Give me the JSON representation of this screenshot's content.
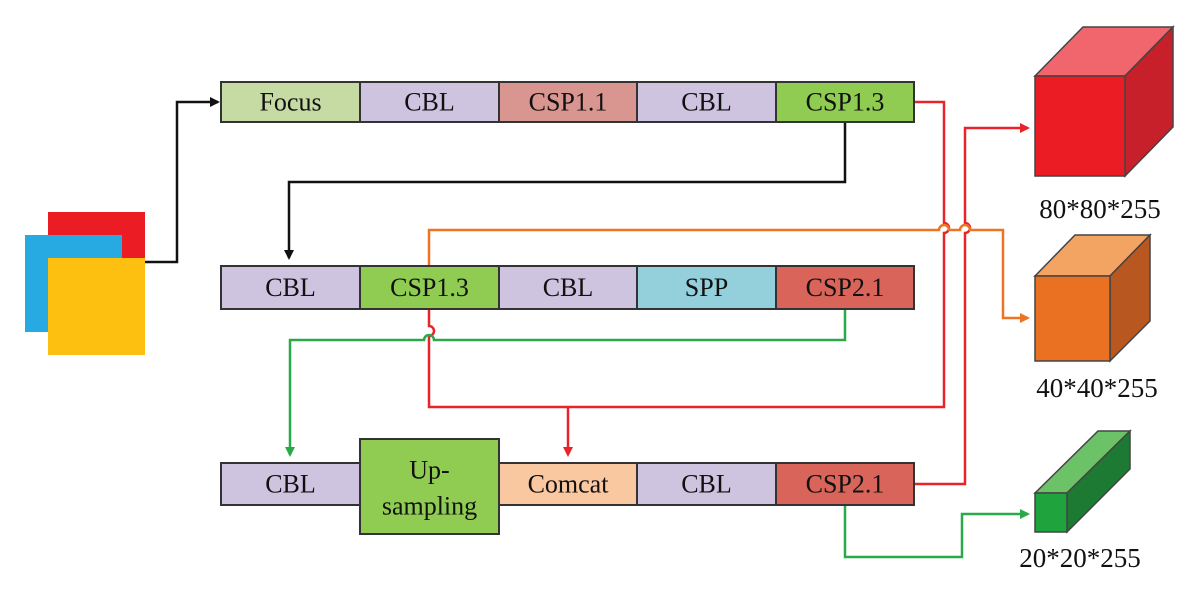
{
  "rows": [
    {
      "blocks": [
        {
          "label": "Focus",
          "color": "#c6dba3"
        },
        {
          "label": "CBL",
          "color": "#cfc4e0"
        },
        {
          "label": "CSP1.1",
          "color": "#d9958f"
        },
        {
          "label": "CBL",
          "color": "#cfc4e0"
        },
        {
          "label": "CSP1.3",
          "color": "#8fcc51"
        }
      ]
    },
    {
      "blocks": [
        {
          "label": "CBL",
          "color": "#cfc4e0"
        },
        {
          "label": "CSP1.3",
          "color": "#8fcc51"
        },
        {
          "label": "CBL",
          "color": "#cfc4e0"
        },
        {
          "label": "SPP",
          "color": "#94cfdc"
        },
        {
          "label": "CSP2.1",
          "color": "#d8645a"
        }
      ]
    },
    {
      "blocks": [
        {
          "label": "CBL",
          "color": "#cfc4e0"
        },
        {
          "label": "Up-",
          "label2": "sampling",
          "color": "#8fcc51"
        },
        {
          "label": "Comcat",
          "color": "#f9c7a0"
        },
        {
          "label": "CBL",
          "color": "#cfc4e0"
        },
        {
          "label": "CSP2.1",
          "color": "#d8645a"
        }
      ]
    }
  ],
  "outputs": [
    {
      "label": "80*80*255",
      "color": "#e8232a"
    },
    {
      "label": "40*40*255",
      "color": "#ec7424"
    },
    {
      "label": "20*20*255",
      "color": "#1f9c3a"
    }
  ],
  "input_colors": [
    "#ec1c24",
    "#27aae1",
    "#fdc010"
  ],
  "line_colors": {
    "black": "#111111",
    "red": "#e8232a",
    "orange": "#ec7424",
    "green": "#2aa84a"
  }
}
